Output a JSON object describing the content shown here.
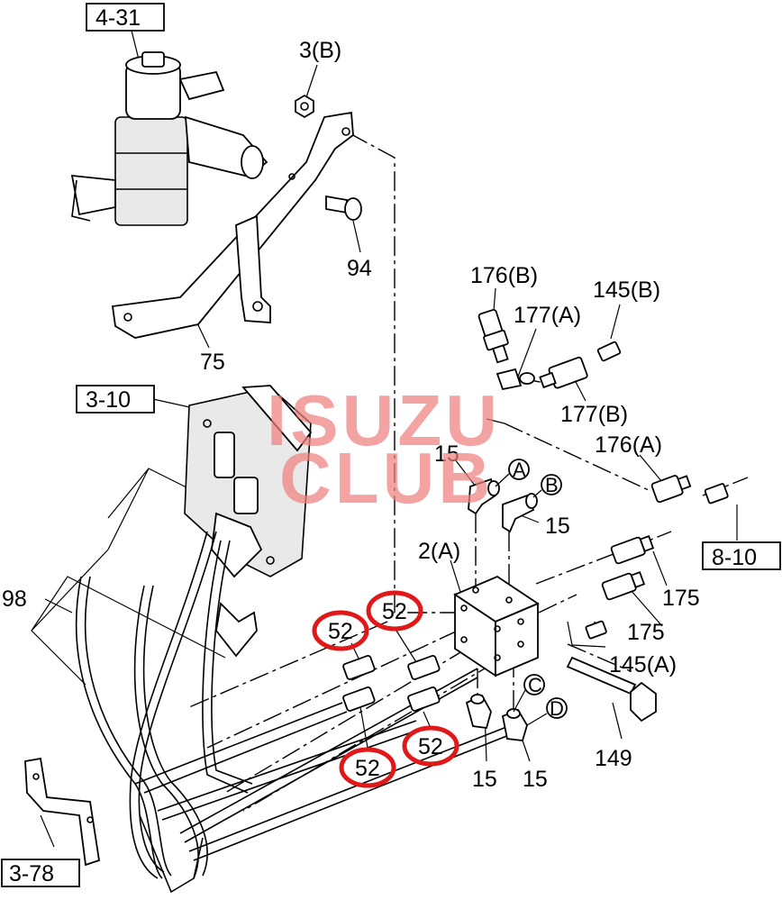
{
  "refs": {
    "r431": "4-31",
    "r310": "3-10",
    "r810": "8-10",
    "r378": "3-78"
  },
  "parts": {
    "p3b": "3(B)",
    "p94": "94",
    "p75": "75",
    "p176b": "176(B)",
    "p177a": "177(A)",
    "p145b": "145(B)",
    "p177b": "177(B)",
    "p176a": "176(A)",
    "p15a": "15",
    "p15b": "15",
    "p2a": "2(A)",
    "p175a": "175",
    "p175b": "175",
    "p145a": "145(A)",
    "p149": "149",
    "p15c": "15",
    "p15d": "15",
    "p98": "98",
    "p52a": "52",
    "p52b": "52",
    "p52c": "52",
    "p52d": "52"
  },
  "callouts": {
    "a": "A",
    "b": "B",
    "c": "C",
    "d": "D"
  },
  "watermark": {
    "line1": "ISUZU",
    "line2": "CLUB"
  },
  "colors": {
    "highlight": "#e01818",
    "watermark": "#f08080",
    "ink": "#000000"
  }
}
